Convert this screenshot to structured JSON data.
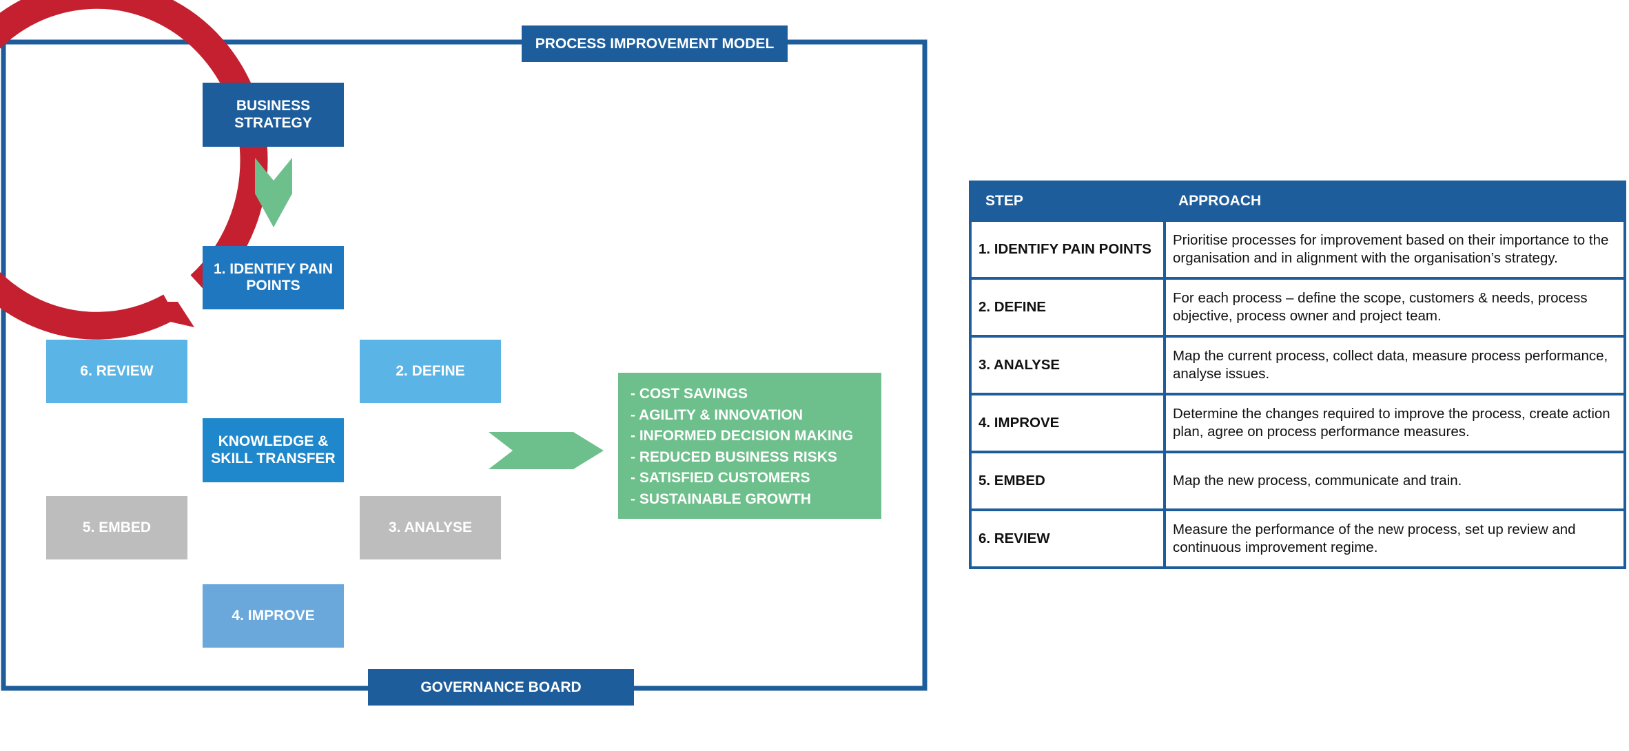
{
  "model": {
    "title": "PROCESS IMPROVEMENT MODEL",
    "footer": "GOVERNANCE BOARD",
    "business_strategy": "BUSINESS STRATEGY",
    "center": "KNOWLEDGE & SKILL TRANSFER",
    "steps": {
      "identify": "1. IDENTIFY PAIN POINTS",
      "define": "2. DEFINE",
      "analyse": "3. ANALYSE",
      "improve": "4. IMPROVE",
      "embed": "5. EMBED",
      "review": "6. REVIEW"
    },
    "benefits": [
      "- COST SAVINGS",
      "- AGILITY & INNOVATION",
      "- INFORMED DECISION MAKING",
      "- REDUCED BUSINESS RISKS",
      "- SATISFIED CUSTOMERS",
      "- SUSTAINABLE GROWTH"
    ]
  },
  "table": {
    "headers": {
      "step": "STEP",
      "approach": "APPROACH"
    },
    "rows": [
      {
        "step": "1. IDENTIFY PAIN POINTS",
        "approach": "Prioritise processes for improvement based on their importance to the organisation and in alignment with the organisation’s strategy."
      },
      {
        "step": "2. DEFINE",
        "approach": "For each process – define the scope, customers & needs, process objective, process owner and project team."
      },
      {
        "step": "3. ANALYSE",
        "approach": "Map the current process, collect data, measure process performance, analyse issues."
      },
      {
        "step": "4. IMPROVE",
        "approach": "Determine the changes required to improve the process, create action plan, agree on process performance measures."
      },
      {
        "step": "5. EMBED",
        "approach": "Map the new process, communicate and train."
      },
      {
        "step": "6. REVIEW",
        "approach": "Measure the performance of the new process, set up review and continuous improvement regime."
      }
    ]
  },
  "colors": {
    "frame": "#1d5d9b",
    "ring": "#c4202f",
    "arrow": "#6dbf8b",
    "dark_blue": "#1d5d9b",
    "mid_blue": "#1f77bf",
    "light_blue": "#5bb4e6",
    "grey": "#bdbdbd"
  }
}
